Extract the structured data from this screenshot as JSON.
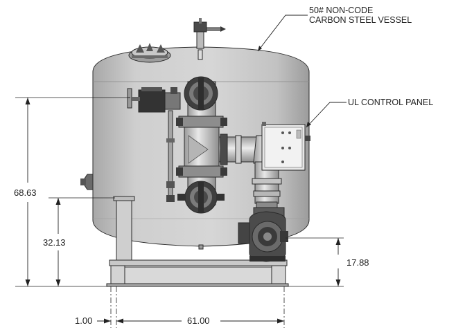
{
  "labels": {
    "vessel_line1": "50# NON-CODE",
    "vessel_line2": "CARBON STEEL VESSEL",
    "control_panel": "UL CONTROL PANEL"
  },
  "dimensions": {
    "overall_height": "68.63",
    "leg_height": "32.13",
    "pump_height": "17.88",
    "offset": "1.00",
    "base_width": "61.00"
  },
  "colors": {
    "vessel": "#c9c9c9",
    "vessel_shadow": "#a9a9a9",
    "steel": "#bdbdbd",
    "dark": "#3a3a3a",
    "panel": "#e6e6e6"
  }
}
